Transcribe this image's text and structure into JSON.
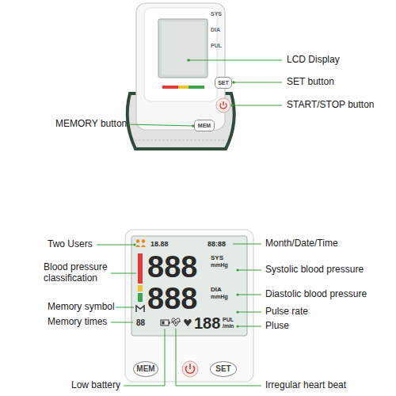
{
  "diagram": {
    "nodes": [
      {
        "text": [
          "SET"
        ]
      },
      {
        "text": [
          "MEM"
        ]
      },
      {
        "text": [
          "MEM"
        ]
      },
      {
        "text": [
          "SET"
        ]
      }
    ],
    "labels": [
      "SYS",
      "DIA",
      "PUL",
      "LCD Display",
      "SET button",
      "START/STOP button",
      "MEMORY button",
      "Two Users",
      "Blood pressure classification",
      "Memory symbol",
      "Memory times",
      "Low battery",
      "Month/Date/Time",
      "Systolic blood pressure",
      "Diastolic blood pressure",
      "Pulse rate",
      "Pluse",
      "Irregular heart beat",
      "18.88",
      "88:88",
      "888",
      "SYS",
      "mmHg",
      "888",
      "DIA",
      "mmHg",
      "88",
      "188",
      "PUL",
      "/min"
    ]
  }
}
